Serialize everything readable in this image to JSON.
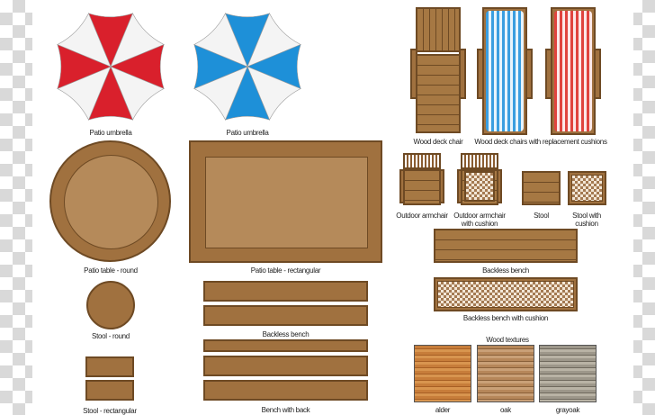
{
  "labels": {
    "umbrella_red": "Patio umbrella",
    "umbrella_blue": "Patio umbrella",
    "deck_chair": "Wood deck chair",
    "deck_chairs_cushion": "Wood deck chairs with replacement cushions",
    "table_round": "Patio table - round",
    "table_rect": "Patio table - rectangular",
    "armchair": "Outdoor armchair",
    "armchair_cushion": "Outdoor armchair with cushion",
    "stool": "Stool",
    "stool_cushion": "Stool with cushion",
    "backless_bench_right": "Backless bench",
    "backless_bench_cushion": "Backless bench with cushion",
    "stool_round": "Stool - round",
    "backless_bench": "Backless bench",
    "stool_rect": "Stool - rectangular",
    "bench_back": "Bench with back",
    "wood_textures": "Wood textures",
    "alder": "alder",
    "oak": "oak",
    "grayoak": "grayoak"
  },
  "colors": {
    "umbrella_red": "#d9202c",
    "umbrella_blue": "#1e90d8",
    "wood": "#a0713f",
    "wood_dark": "#6e4a24"
  }
}
